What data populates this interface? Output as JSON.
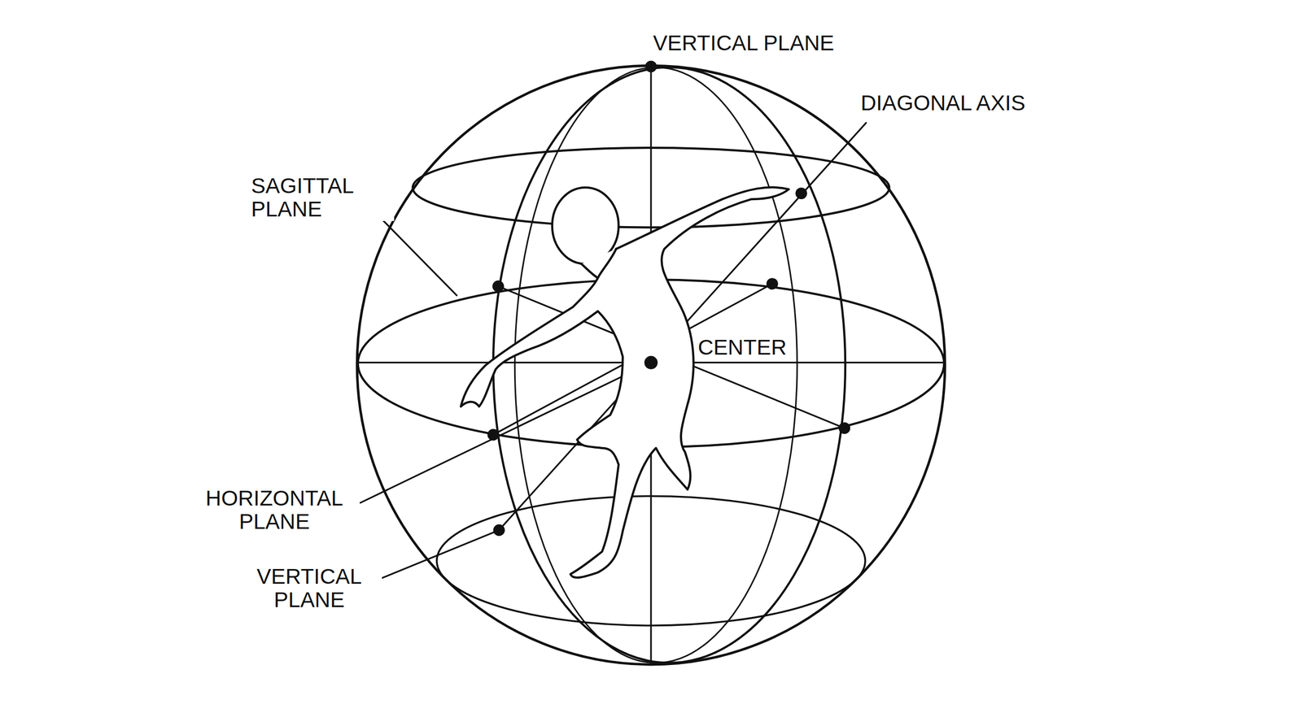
{
  "diagram": {
    "labels": [
      "VERTICAL PLANE",
      "DIAGONAL AXIS",
      "SAGITTAL PLANE",
      "CENTER",
      "HORIZONTAL PLANE",
      "VERTICAL PLANE"
    ]
  }
}
